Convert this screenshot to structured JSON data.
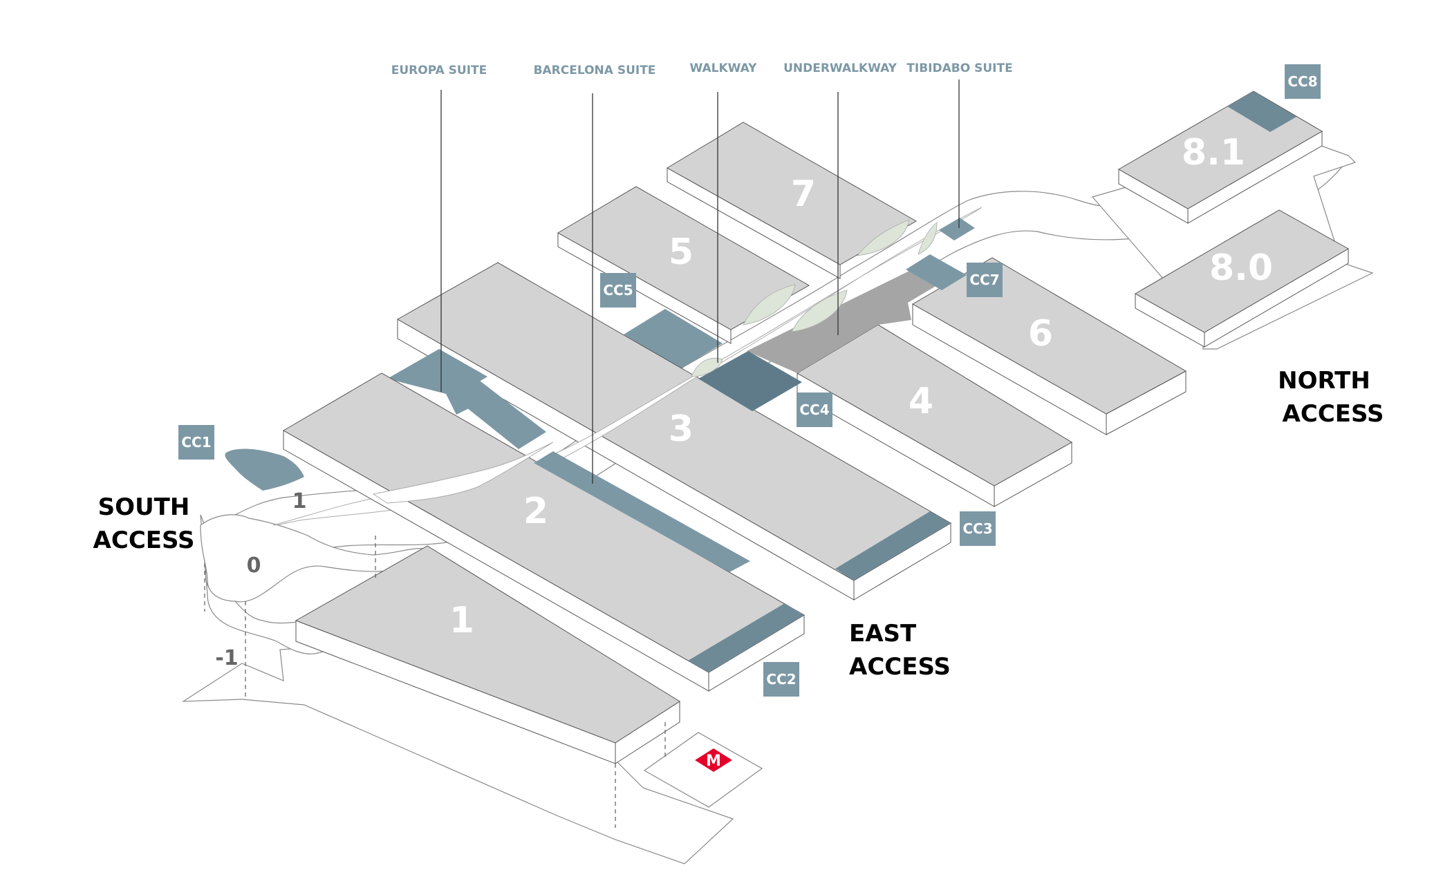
{
  "colors": {
    "hall_top": "#d3d3d3",
    "conference_centre": "#7d98a5",
    "conference_centre_dark": "#5f7b89",
    "walkway_green": "#dde4d8",
    "underwalkway": "#a5a5a5",
    "metro_red": "#e4002b"
  },
  "callouts": {
    "europa_suite": "EUROPA SUITE",
    "barcelona_suite": "BARCELONA SUITE",
    "walkway": "WALKWAY",
    "underwalkway": "UNDERWALKWAY",
    "tibidabo_suite": "TIBIDABO SUITE"
  },
  "halls": {
    "h1": "1",
    "h2": "2",
    "h3": "3",
    "h4": "4",
    "h5": "5",
    "h6": "6",
    "h7": "7",
    "h8_0": "8.0",
    "h8_1": "8.1"
  },
  "levels": {
    "l1": "1",
    "l0": "0",
    "lminus1": "-1"
  },
  "conference_centres": {
    "cc1": "CC1",
    "cc2": "CC2",
    "cc3": "CC3",
    "cc4": "CC4",
    "cc5": "CC5",
    "cc7": "CC7",
    "cc8": "CC8"
  },
  "access": {
    "south_line1": "SOUTH",
    "south_line2": "ACCESS",
    "east_line1": "EAST",
    "east_line2": "ACCESS",
    "north_line1": "NORTH",
    "north_line2": "ACCESS"
  },
  "metro": {
    "icon": "metro-icon",
    "letter": "M"
  }
}
